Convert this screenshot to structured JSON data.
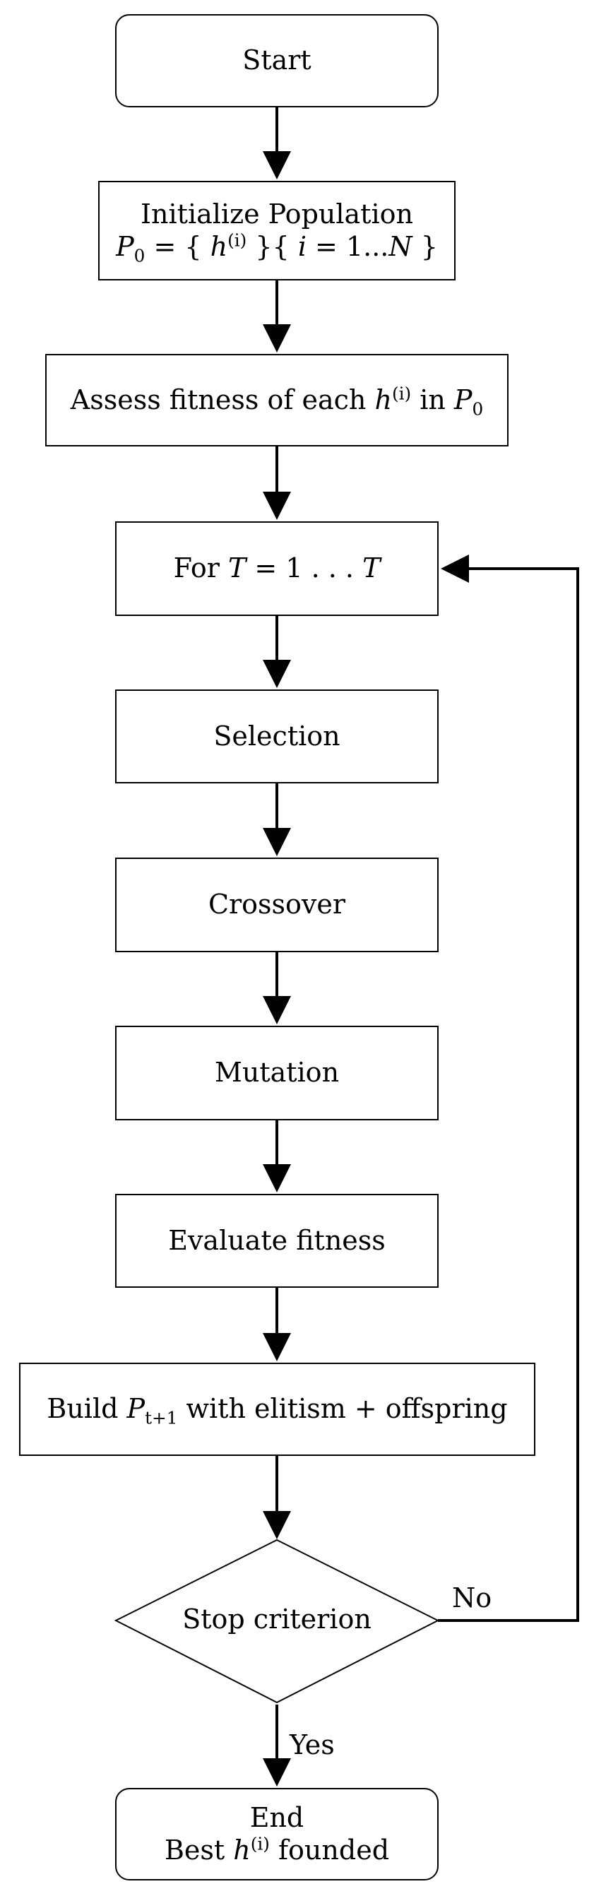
{
  "nodes": {
    "start": {
      "text": "Start"
    },
    "init": {
      "line1": "Initialize Population",
      "line2_parts": [
        "P",
        "0",
        " = { ",
        "h",
        "(i)",
        " }{ ",
        "i",
        " = 1...",
        "N",
        " }"
      ]
    },
    "assess": {
      "parts": [
        "Assess fitness of each ",
        "h",
        "(i)",
        " in ",
        "P",
        "0"
      ]
    },
    "loop": {
      "parts": [
        "For ",
        "T",
        " = 1 . . . ",
        "T"
      ]
    },
    "selection": {
      "text": "Selection"
    },
    "crossover": {
      "text": "Crossover"
    },
    "mutation": {
      "text": "Mutation"
    },
    "evaluate": {
      "text": "Evaluate fitness"
    },
    "build": {
      "parts": [
        "Build ",
        "P",
        "t+1",
        " with elitism + offspring"
      ]
    },
    "stop": {
      "text": "Stop criterion"
    },
    "end": {
      "line1": "End",
      "line2_parts": [
        "Best ",
        "h",
        "(i)",
        " founded"
      ]
    }
  },
  "edge_labels": {
    "no": "No",
    "yes": "Yes"
  }
}
